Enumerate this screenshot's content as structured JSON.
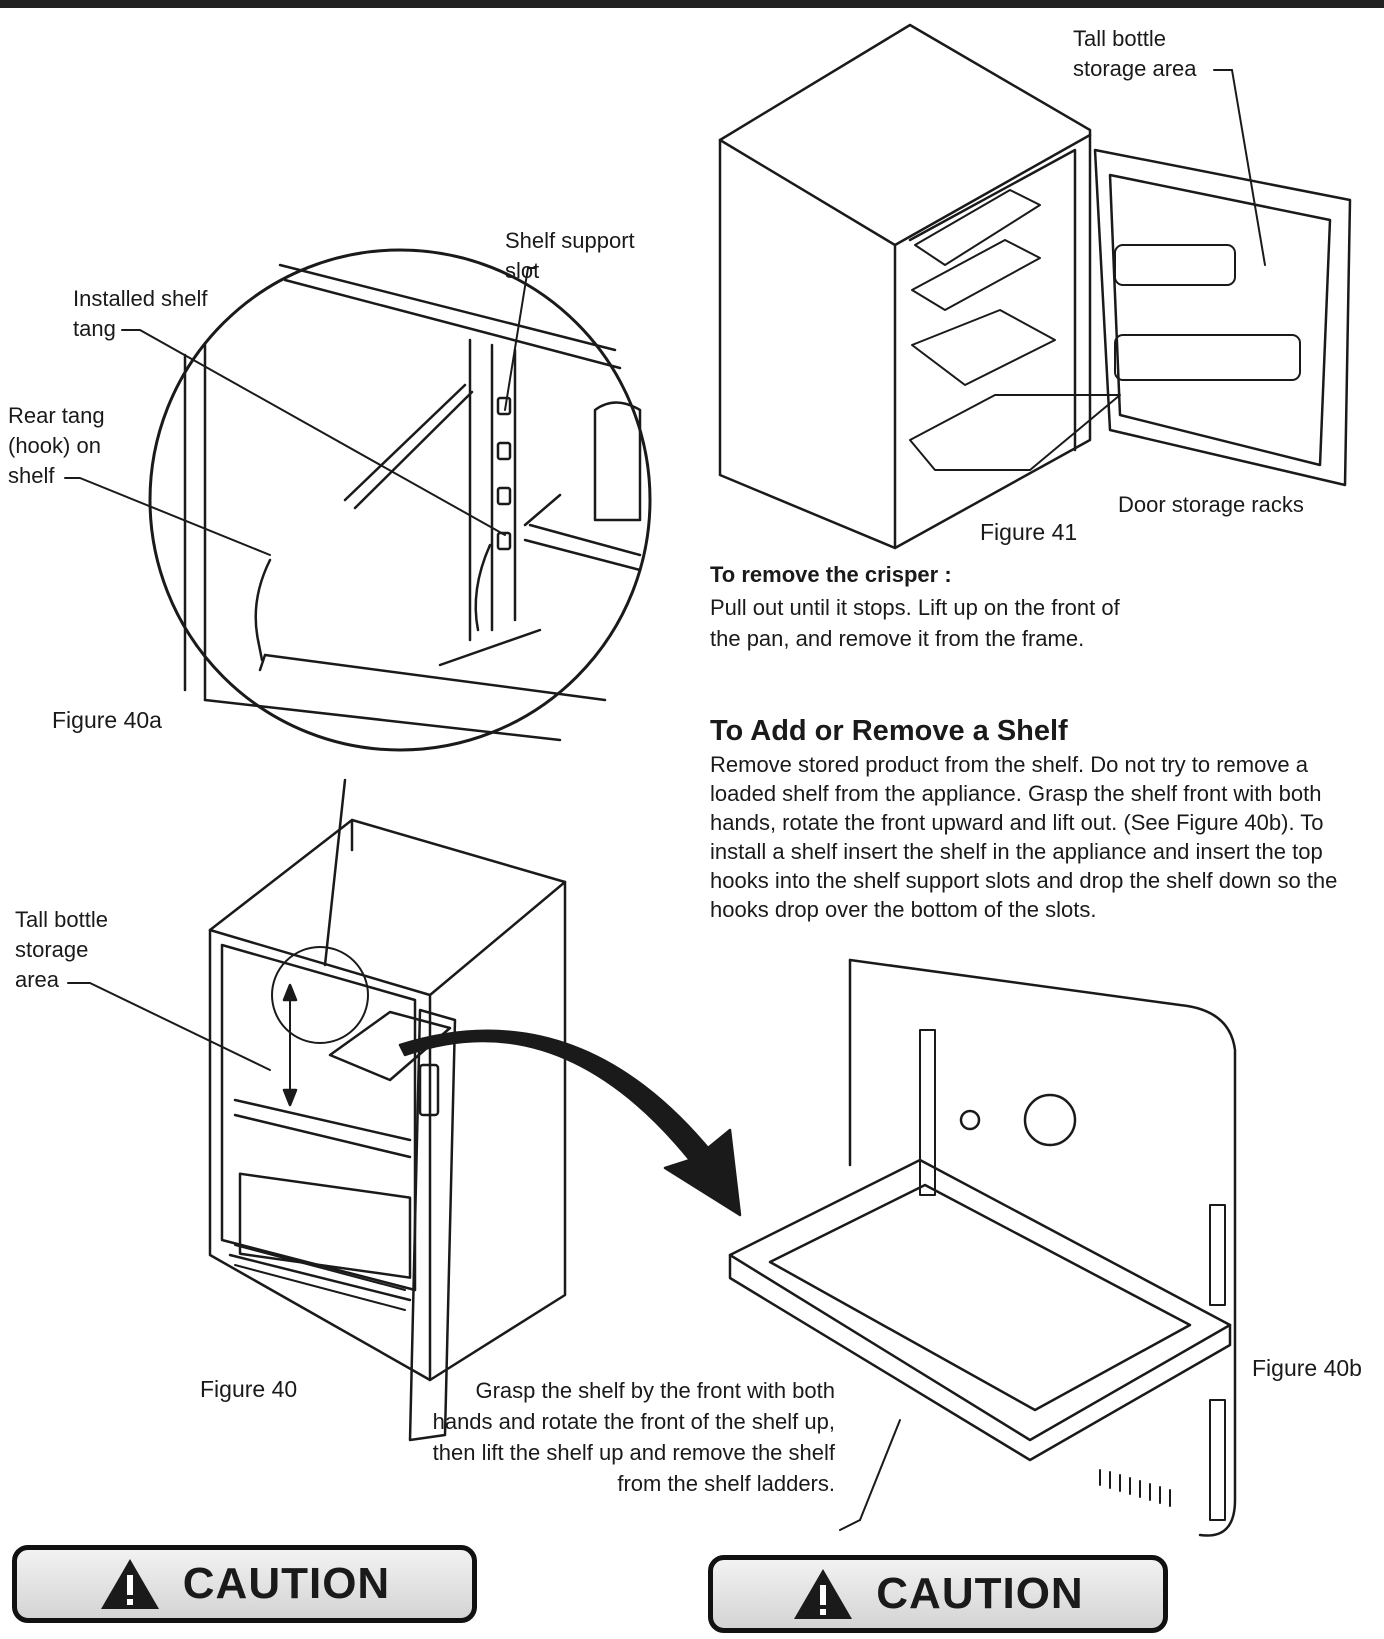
{
  "labels": {
    "shelf_support_slot": "Shelf support\nslot",
    "installed_shelf_tang": "Installed shelf\ntang",
    "rear_tang": "Rear tang\n(hook) on\nshelf",
    "tall_bottle_left": "Tall bottle\nstorage\narea",
    "tall_bottle_right": "Tall bottle\nstorage area",
    "door_storage_racks": "Door storage racks"
  },
  "figures": {
    "fig40a": "Figure 40a",
    "fig40": "Figure 40",
    "fig41": "Figure 41",
    "fig40b": "Figure 40b"
  },
  "crisper": {
    "heading": "To remove the crisper :",
    "body": "Pull out until it stops. Lift up on the front of the pan, and remove it from the frame."
  },
  "shelf": {
    "heading": "To Add or Remove a Shelf",
    "body": "Remove stored product from the shelf. Do not try to remove a loaded shelf from the appliance. Grasp the shelf front with both hands, rotate the front upward and lift out. (See Figure 40b). To install a shelf insert the shelf in the appliance and insert the top hooks into the shelf support slots and drop the shelf down so the hooks drop over the bottom of the slots."
  },
  "grasp_note": "Grasp the shelf by the front with both hands and rotate the front of the shelf up, then lift the shelf up and remove the shelf from the shelf ladders.",
  "caution": {
    "left": "CAUTION",
    "right": "CAUTION"
  },
  "icons": {
    "caution_icon": "warning-triangle-icon"
  },
  "colors": {
    "line": "#1a1a1a",
    "caution_bg": "#e0e0e0"
  }
}
